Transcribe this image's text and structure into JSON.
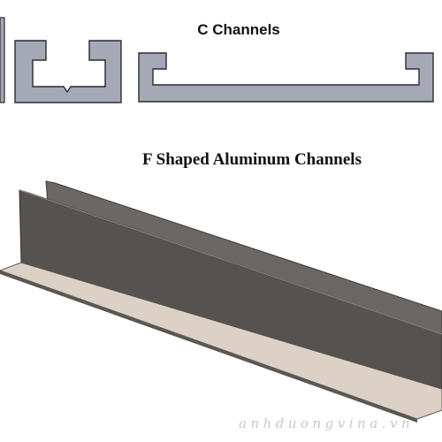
{
  "labels": {
    "c_channels_title": "C Channels",
    "f_channels_title": "F Shaped Aluminum Channels",
    "watermark": "anhduongvina.vn"
  },
  "colors": {
    "profile_fill": "#a5a9b6",
    "profile_stroke": "#2a2c33",
    "web_front": "#56524f",
    "web_back": "#6b6764",
    "flange_top": "#dcd1c4",
    "flange_edge": "#5b5854"
  }
}
